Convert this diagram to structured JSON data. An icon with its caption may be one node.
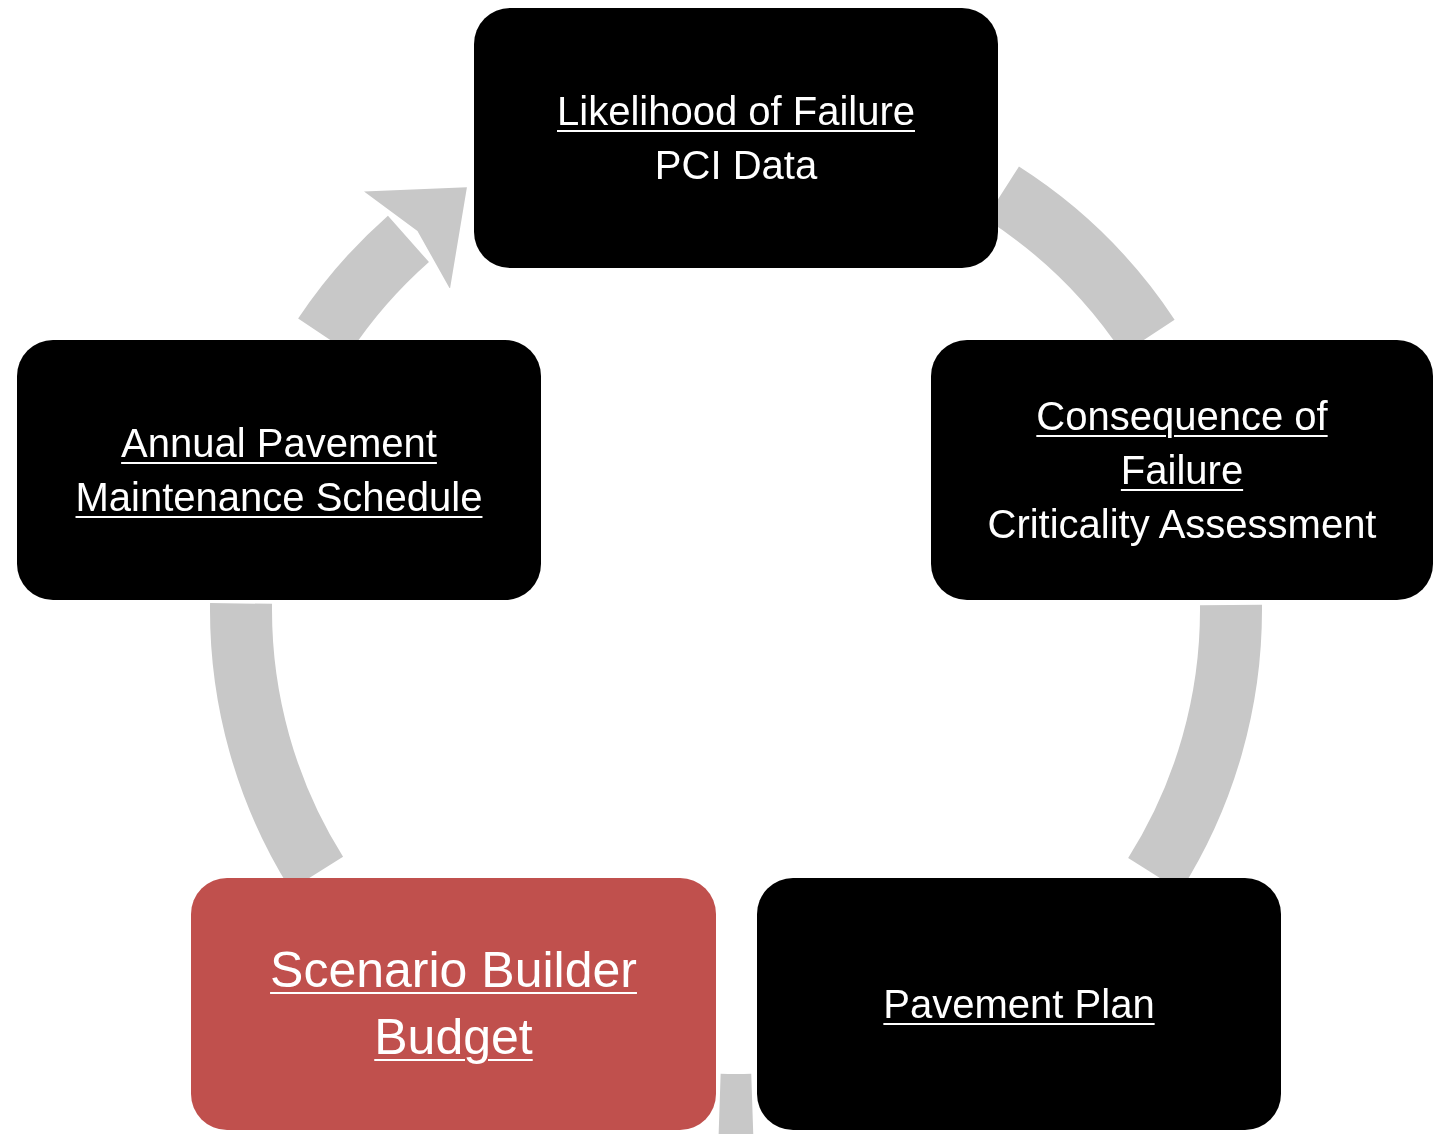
{
  "diagram": {
    "nodes": [
      {
        "text": [
          "Likelihood of Failure",
          "PCI Data"
        ]
      },
      {
        "text": [
          "Consequence of Failure",
          "Criticality Assessment"
        ]
      },
      {
        "text": [
          "Pavement Plan"
        ]
      },
      {
        "text": [
          "Scenario Builder Budget"
        ]
      },
      {
        "text": [
          "Annual Pavement Maintenance Schedule"
        ]
      }
    ],
    "edges": [
      {
        "from": 0,
        "to": 1,
        "arrow": "none"
      },
      {
        "from": 1,
        "to": 2,
        "arrow": "none"
      },
      {
        "from": 2,
        "to": 3,
        "arrow": "none"
      },
      {
        "from": 3,
        "to": 4,
        "arrow": "none"
      },
      {
        "from": 4,
        "to": 0,
        "arrow": "to"
      }
    ]
  }
}
